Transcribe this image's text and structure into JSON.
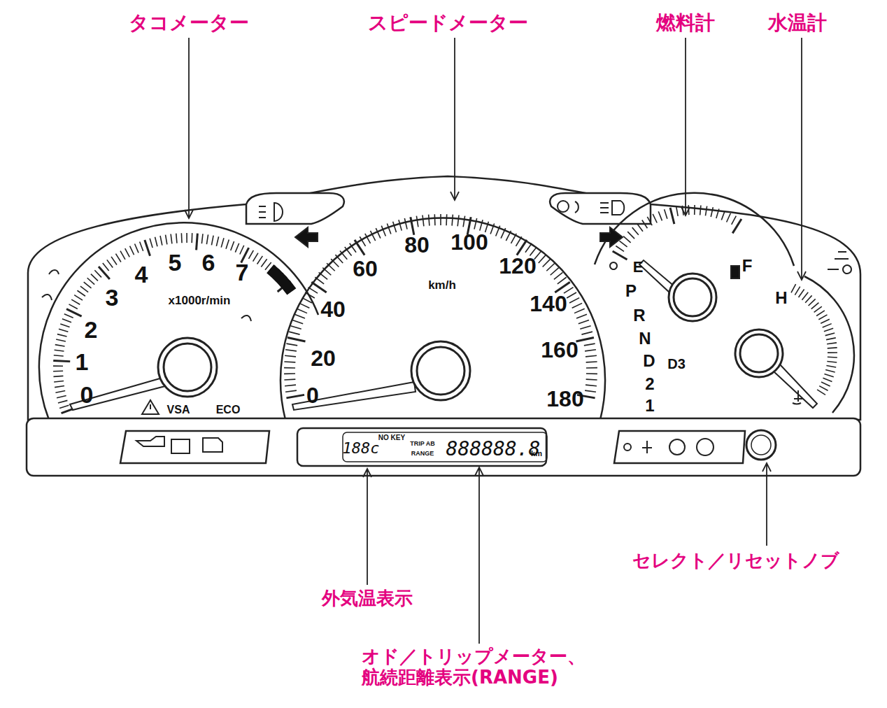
{
  "diagram": {
    "labels": [
      "タコメーター",
      "スピードメーター",
      "燃料計",
      "水温計",
      "0",
      "1",
      "2",
      "3",
      "4",
      "5",
      "6",
      "7",
      "x1000r/min",
      "VSA",
      "ECO",
      "0",
      "20",
      "40",
      "60",
      "80",
      "100",
      "120",
      "140",
      "160",
      "180",
      "km/h",
      "E",
      "F",
      "H",
      "P",
      "R",
      "N",
      "D",
      "D3",
      "2",
      "1",
      "188c",
      "NO KEY",
      "TRIP AB",
      "RANGE",
      "888888.8",
      "km",
      "外気温表示",
      "オド／トリップメーター、 航続距離表示(RANGE)",
      "セレクト／リセットノブ"
    ]
  }
}
